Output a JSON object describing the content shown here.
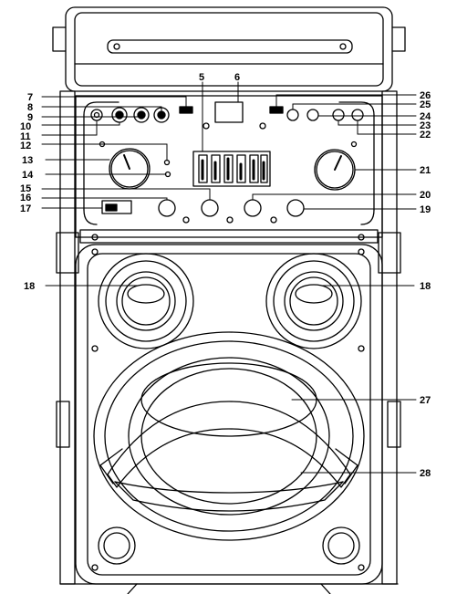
{
  "diagram": {
    "callouts": {
      "c5": "5",
      "c6": "6",
      "c7": "7",
      "c8": "8",
      "c9": "9",
      "c10": "10",
      "c11": "11",
      "c12": "12",
      "c13": "13",
      "c14": "14",
      "c15": "15",
      "c16": "16",
      "c17": "17",
      "c18_left": "18",
      "c18_right": "18",
      "c19": "19",
      "c20": "20",
      "c21": "21",
      "c22": "22",
      "c23": "23",
      "c24": "24",
      "c25": "25",
      "c26": "26",
      "c27": "27",
      "c28": "28"
    }
  },
  "colors": {
    "stroke": "#000000",
    "background": "#ffffff",
    "shade": "#d9d9d9"
  }
}
